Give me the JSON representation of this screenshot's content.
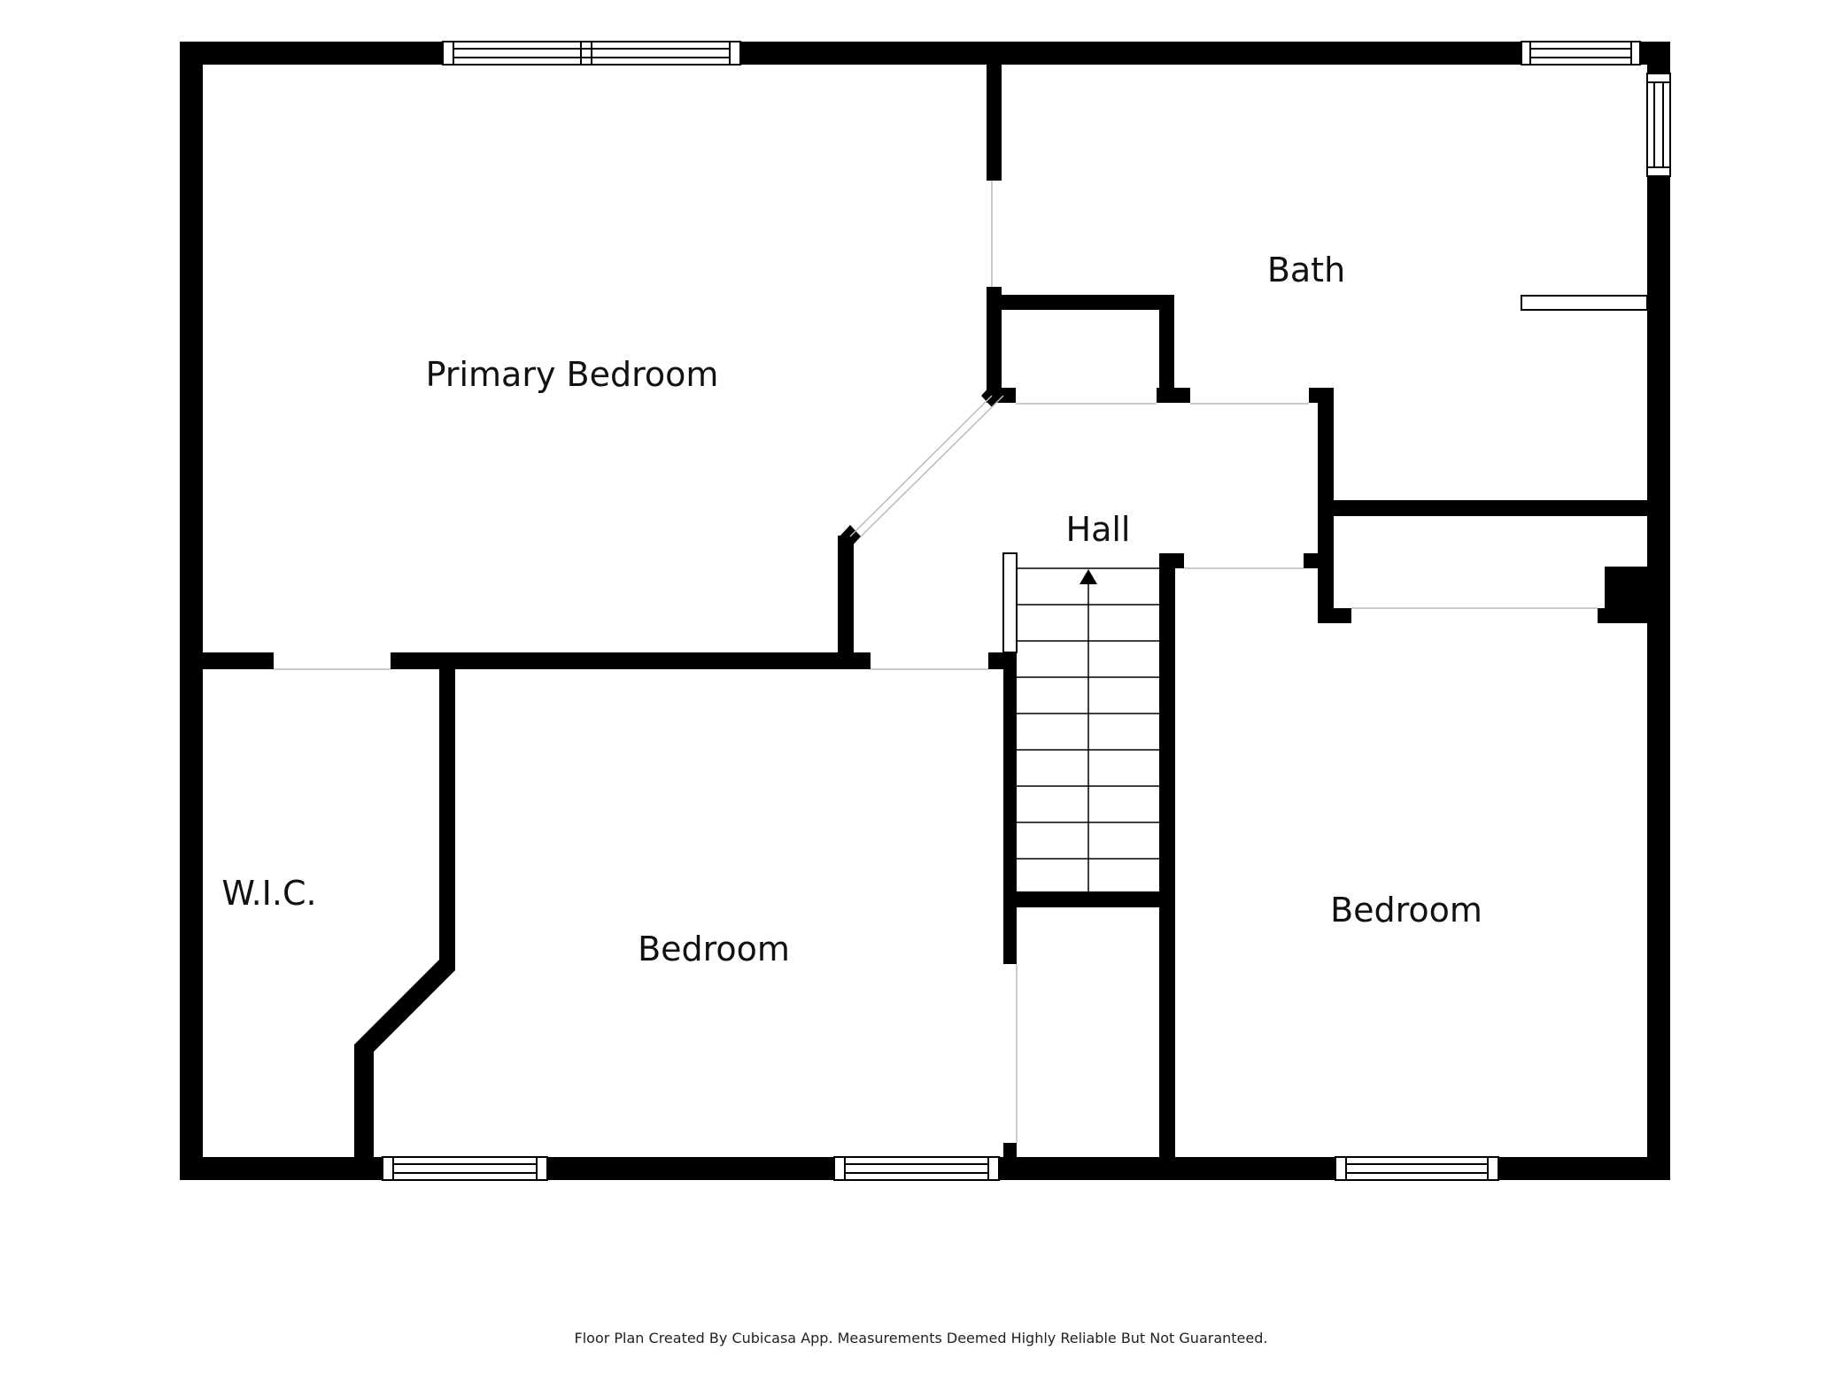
{
  "rooms": {
    "primary_bedroom": "Primary Bedroom",
    "bath": "Bath",
    "hall": "Hall",
    "wic": "W.I.C.",
    "bedroom_center": "Bedroom",
    "bedroom_right": "Bedroom"
  },
  "footer": {
    "note": "Floor Plan Created By Cubicasa App. Measurements Deemed Highly Reliable But Not Guaranteed."
  },
  "colors": {
    "wall": "#000000",
    "background": "#ffffff",
    "text": "#111111"
  },
  "icons": {
    "stairs_direction": "arrow-up-icon"
  }
}
